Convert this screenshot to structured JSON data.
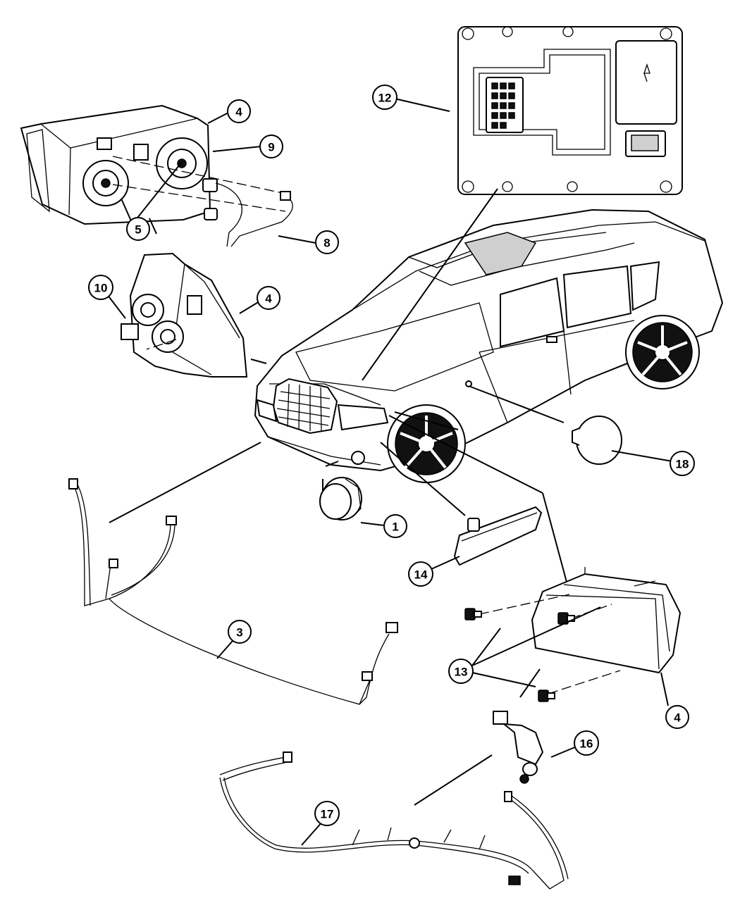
{
  "callouts": [
    {
      "id": "c4a",
      "label": "4"
    },
    {
      "id": "c9",
      "label": "9"
    },
    {
      "id": "c5",
      "label": "5"
    },
    {
      "id": "c8",
      "label": "8"
    },
    {
      "id": "c10",
      "label": "10"
    },
    {
      "id": "c4b",
      "label": "4"
    },
    {
      "id": "c12",
      "label": "12"
    },
    {
      "id": "c18",
      "label": "18"
    },
    {
      "id": "c1",
      "label": "1"
    },
    {
      "id": "c14",
      "label": "14"
    },
    {
      "id": "c3",
      "label": "3"
    },
    {
      "id": "c13",
      "label": "13"
    },
    {
      "id": "c4c",
      "label": "4"
    },
    {
      "id": "c16",
      "label": "16"
    },
    {
      "id": "c17",
      "label": "17"
    }
  ],
  "colors": {
    "ink": "#000000",
    "paper": "#ffffff",
    "shade": "#cfcfcf"
  }
}
